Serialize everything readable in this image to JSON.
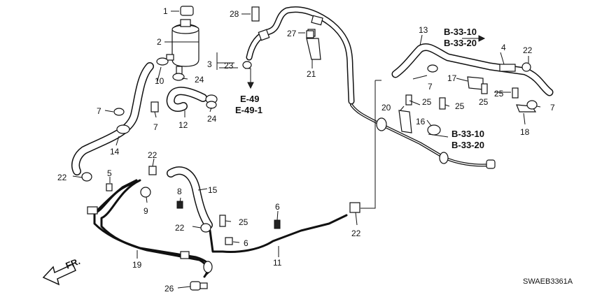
{
  "callouts": {
    "c1": "1",
    "c2": "2",
    "c3": "3",
    "c4": "4",
    "c5": "5",
    "c6a": "6",
    "c6b": "6",
    "c7a": "7",
    "c7b": "7",
    "c7c": "7",
    "c7d": "7",
    "c8": "8",
    "c9": "9",
    "c10": "10",
    "c11": "11",
    "c12": "12",
    "c13": "13",
    "c14": "14",
    "c15": "15",
    "c16": "16",
    "c17": "17",
    "c18": "18",
    "c19": "19",
    "c20": "20",
    "c21": "21",
    "c22a": "22",
    "c22b": "22",
    "c22c": "22",
    "c22d": "22",
    "c22e": "22",
    "c23": "23",
    "c24a": "24",
    "c24b": "24",
    "c25a": "25",
    "c25b": "25",
    "c25c": "25",
    "c25d": "25",
    "c25e": "25",
    "c26": "26",
    "c27": "27",
    "c28": "28"
  },
  "references": {
    "e49": "E-49",
    "e49_1": "E-49-1",
    "b3310_top": "B-33-10",
    "b3320_top": "B-33-20",
    "b3310_mid": "B-33-10",
    "b3320_mid": "B-33-20"
  },
  "front_marker": "FR.",
  "diagram_code": "SWAEB3361A"
}
